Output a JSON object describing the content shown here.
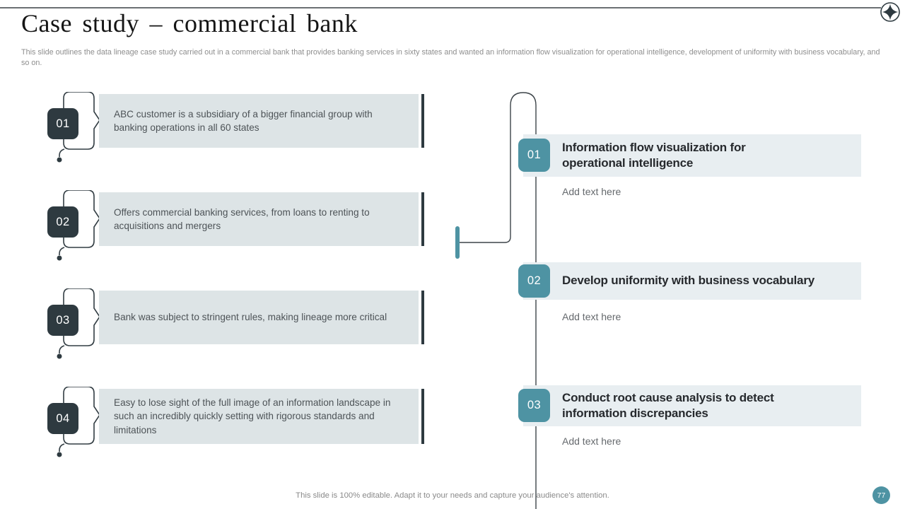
{
  "slide": {
    "title": "Case study – commercial bank",
    "subtitle": "This slide outlines the data lineage case study carried out in a commercial bank that provides banking services in sixty states and wanted an information flow visualization for operational intelligence, development of uniformity with business vocabulary, and so on.",
    "footer_note": "This slide is 100% editable. Adapt it to your needs and capture your audience's attention.",
    "page_number": "77"
  },
  "left_items": [
    {
      "number": "01",
      "text": "ABC customer is a subsidiary of a bigger financial group with banking operations in all 60 states"
    },
    {
      "number": "02",
      "text": "Offers commercial banking services, from loans to renting to acquisitions and mergers"
    },
    {
      "number": "03",
      "text": "Bank was subject to stringent rules, making lineage more critical"
    },
    {
      "number": "04",
      "text": "Easy to lose sight of the full image of an information landscape in such an incredibly quickly setting with rigorous standards and limitations"
    }
  ],
  "right_items": [
    {
      "number": "01",
      "heading": "Information flow visualization for operational intelligence",
      "placeholder": "Add text here"
    },
    {
      "number": "02",
      "heading": "Develop uniformity with business vocabulary",
      "placeholder": "Add text here"
    },
    {
      "number": "03",
      "heading": "Conduct root cause analysis to detect information discrepancies",
      "placeholder": "Add text here"
    }
  ],
  "icons": {
    "top_right": "compass-star-icon"
  },
  "colors": {
    "dark_slate": "#2e3a40",
    "teal": "#4e93a3",
    "left_box_bg": "#dde4e6",
    "right_band_bg": "#e8eef1"
  }
}
